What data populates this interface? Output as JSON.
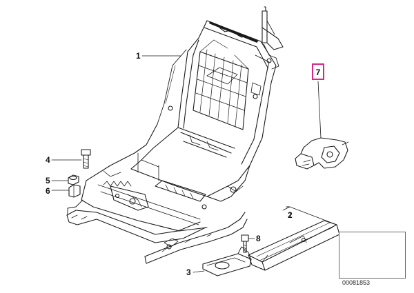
{
  "diagram": {
    "callouts": {
      "c1": "1",
      "c2": "2",
      "c3": "3",
      "c4": "4",
      "c5": "5",
      "c6": "6",
      "c7": "7",
      "c8": "8"
    },
    "reference_number": "00081853",
    "highlight_color": "#e0218a"
  }
}
